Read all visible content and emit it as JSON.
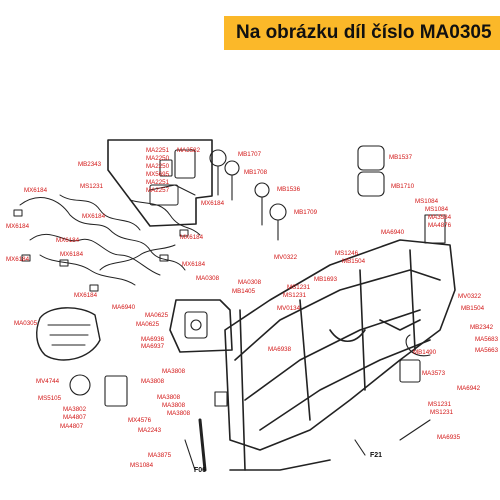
{
  "banner": {
    "text": "Na obrázku díl číslo MA0305",
    "color": "#fbb829"
  },
  "colors": {
    "label": "#d21414",
    "line": "#222222"
  },
  "labels": {
    "MA2251a": "MA2251",
    "MA3582": "MA3582",
    "MA2250a": "MA2250",
    "MA2250b": "MA2250",
    "MX5695": "MX5695",
    "MA2251b": "MA2251",
    "MA2257": "MA2257",
    "MB2343": "MB2343",
    "MB1707": "MB1707",
    "MB1708": "MB1708",
    "MB1536": "MB1536",
    "MB1709": "MB1709",
    "MB1537": "MB1537",
    "MB1710": "MB1710",
    "MX6184a": "MX6184",
    "MS1231a": "MS1231",
    "MX6184b": "MX6184",
    "MX6184c": "MX6184",
    "MX6184d": "MX6184",
    "MX6184e": "MX6184",
    "MX6184f": "MX6184",
    "MX6184g": "MX6184",
    "MX6184h": "MX6184",
    "MX6184i": "MX6184",
    "MX6184j": "MX6184",
    "MS1084a": "MS1084",
    "MS1084b": "MS1084",
    "MA3584": "MA3584",
    "MA4876": "MA4876",
    "MA6940": "MA6940",
    "MS1246": "MS1246",
    "MB1504a": "MB1504",
    "MV0322a": "MV0322",
    "MB1693": "MB1693",
    "MS1231b": "MS1231",
    "MS1231c": "MS1231",
    "MV0134": "MV0134",
    "MV0322b": "MV0322",
    "MB1504b": "MB1504",
    "MB2342": "MB2342",
    "MA5683": "MA5683",
    "MA5663": "MA5663",
    "MB1490": "MB1490",
    "MA0308a": "MA0308",
    "MA0308b": "MA0308",
    "MB1405": "MB1405",
    "MA6940b": "MA6940",
    "MA0625a": "MA0625",
    "MA0625b": "MA0625",
    "MA0305": "MA0305",
    "MA6936": "MA6936",
    "MA6937": "MA6937",
    "MA6938": "MA6938",
    "MA3573": "MA3573",
    "MA6942": "MA6942",
    "MS1231d": "MS1231",
    "MS1231e": "MS1231",
    "MA6935": "MA6935",
    "MV4744": "MV4744",
    "MS5105": "MS5105",
    "MA3802": "MA3802",
    "MA4807a": "MA4807",
    "MA4807b": "MA4807",
    "MX4576": "MX4576",
    "MA2243": "MA2243",
    "MA3808a": "MA3808",
    "MA3808b": "MA3808",
    "MA3808c": "MA3808",
    "MA3808d": "MA3808",
    "MA3808e": "MA3808",
    "MA3875": "MA3875",
    "MS1084c": "MS1084",
    "F06": "F06",
    "F21": "F21"
  }
}
